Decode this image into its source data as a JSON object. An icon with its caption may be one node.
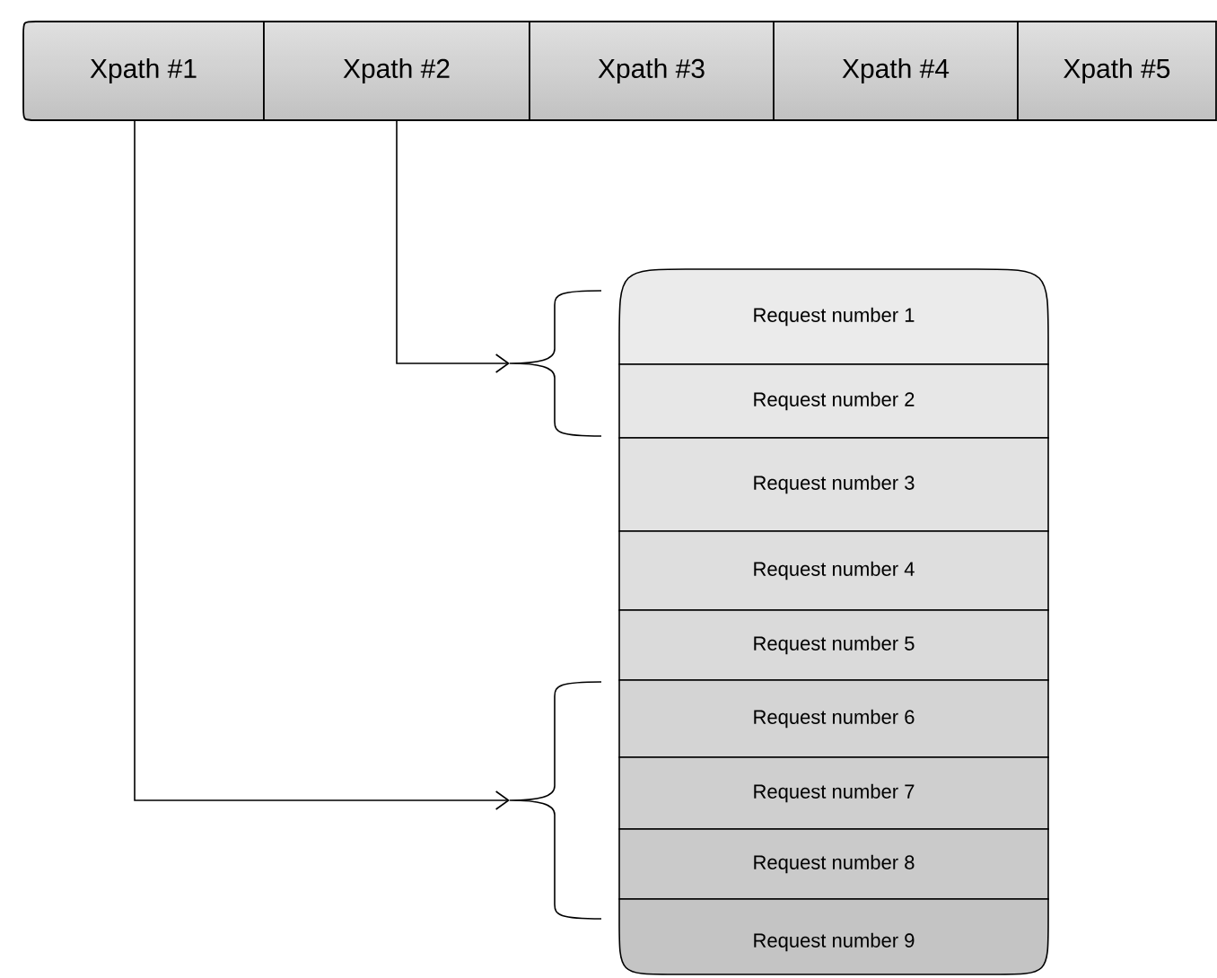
{
  "diagram": {
    "nodes": [
      {
        "text": [
          "Xpath #1"
        ]
      },
      {
        "text": [
          "Xpath #2"
        ]
      },
      {
        "text": [
          "Xpath #3"
        ]
      },
      {
        "text": [
          "Xpath #4"
        ]
      },
      {
        "text": [
          "Xpath #5"
        ]
      },
      {
        "text": [
          "Request number 1"
        ]
      },
      {
        "text": [
          "Request number 2"
        ]
      },
      {
        "text": [
          "Request number 3"
        ]
      },
      {
        "text": [
          "Request number 4"
        ]
      },
      {
        "text": [
          "Request number 5"
        ]
      },
      {
        "text": [
          "Request number 6"
        ]
      },
      {
        "text": [
          "Request number 7"
        ]
      },
      {
        "text": [
          "Request number 8"
        ]
      },
      {
        "text": [
          "Request number 9"
        ]
      },
      {
        "text": [],
        "shape": "brace"
      },
      {
        "text": [],
        "shape": "brace"
      }
    ],
    "edges": [
      {
        "from": 1,
        "to": 14,
        "arrow": "to"
      },
      {
        "from": 0,
        "to": 15,
        "arrow": "to"
      }
    ]
  }
}
